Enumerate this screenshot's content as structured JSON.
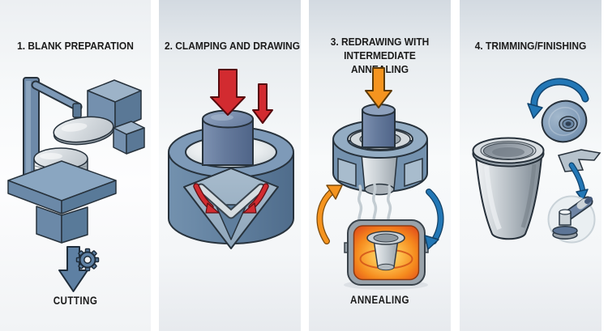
{
  "panels": [
    {
      "id": "blank-preparation",
      "title": "1. BLANK PREPARATION",
      "caption": "CUTTING",
      "illustration": "blanking-machine with disc stack and sheet blank"
    },
    {
      "id": "clamping-and-drawing",
      "title": "2. CLAMPING AND DRAWING",
      "illustration": "cutaway drawing die with punch pressing blank, red force arrows"
    },
    {
      "id": "redrawing-with-intermediate-annealing",
      "title": "3. REDRAWING WITH INTERMEDIATE ANNEALING",
      "caption": "ANNEALING",
      "illustration": "redraw die with punch above glowing annealing furnace, cycle arrows"
    },
    {
      "id": "trimming-finishing",
      "title": "4. TRIMMING/FINISHING",
      "illustration": "drawn cup with rotating trimming disc and polishing tool inset"
    }
  ],
  "icons": [
    "gear-icon",
    "cutting-arrow-icon",
    "press-arrow-icon",
    "blankholder-arrow-icon",
    "material-flow-arrow-icon",
    "redraw-press-arrow-icon",
    "heat-wisp-icon",
    "to-redraw-cycle-arrow-icon",
    "to-anneal-cycle-arrow-icon",
    "disc-rotation-arrow-icon",
    "trim-falloff-arrow-icon"
  ],
  "colors": {
    "steel_blue": "#7e9ab8",
    "steel_blue_dark": "#5a7896",
    "punch_slate": "#657a9c",
    "silver": "#c9d0d5",
    "silver_light": "#eef1f3",
    "arrow_red": "#d22b30",
    "arrow_orange": "#f5941f",
    "arrow_blue": "#2277b6",
    "furnace_hot": "#ffe59a",
    "furnace_glow": "#f68b1e",
    "furnace_ember": "#d94c16",
    "shell_gray": "#99a2aa",
    "outline": "#27323c",
    "text": "#1b1b1b",
    "panel_gradient_top": "#d3dae1",
    "panel_gradient_mid": "#f8fafb"
  }
}
